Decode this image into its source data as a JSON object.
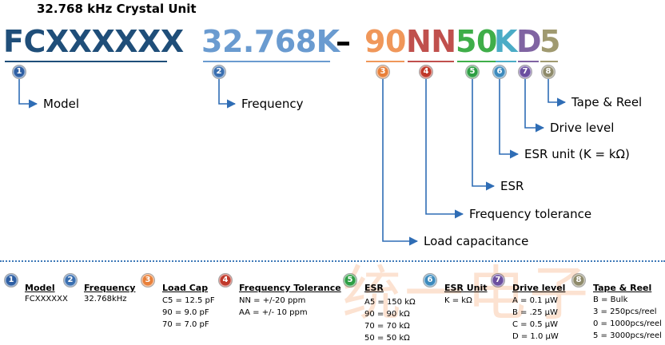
{
  "title": "32.768 kHz Crystal Unit",
  "part": {
    "model": "FCXXXXXX",
    "frequency": "32.768K",
    "dash": "–",
    "load_cap": "90",
    "tolerance": "NN",
    "esr": "50",
    "esr_unit": "K",
    "drive": "D",
    "tape": "5"
  },
  "colors": {
    "model": "#1f4e79",
    "frequency": "#6a9bd0",
    "load_cap": "#f0975a",
    "tolerance": "#c0504d",
    "esr": "#3fae49",
    "esr_unit": "#4bacc6",
    "drive": "#8064a2",
    "tape": "#a09a70",
    "badge_model": "#2e5fa3",
    "badge_freq": "#3a6fb0",
    "badge_load": "#e8803a",
    "badge_tol": "#c0392b",
    "badge_esr": "#2e9e44",
    "badge_esr_unit": "#3d8bbd",
    "badge_drive": "#6b4fa0",
    "badge_tape": "#8e8a6a",
    "dotline": "#3d78b8"
  },
  "badges": [
    "1",
    "2",
    "3",
    "4",
    "5",
    "6",
    "7",
    "8"
  ],
  "callouts": {
    "model": "Model",
    "frequency": "Frequency",
    "load_cap": "Load capacitance",
    "tolerance": "Frequency tolerance",
    "esr": "ESR",
    "esr_unit": "ESR unit (K = kΩ)",
    "drive": "Drive level",
    "tape": "Tape & Reel"
  },
  "legend": {
    "model": {
      "head": "Model",
      "lines": [
        "FCXXXXXX"
      ]
    },
    "frequency": {
      "head": "Frequency",
      "lines": [
        "32.768kHz"
      ]
    },
    "load_cap": {
      "head": "Load Cap",
      "lines": [
        "C5 = 12.5 pF",
        "90 = 9.0 pF",
        "70 = 7.0 pF"
      ]
    },
    "tolerance": {
      "head": "Frequency Tolerance",
      "lines": [
        "NN = +/-20 ppm",
        "AA = +/- 10 ppm"
      ]
    },
    "esr": {
      "head": "ESR",
      "lines": [
        "A5 = 150 kΩ",
        "90 = 90 kΩ",
        "70 = 70 kΩ",
        "50 = 50 kΩ"
      ]
    },
    "esr_unit": {
      "head": "ESR Unit",
      "lines": [
        "K = kΩ"
      ]
    },
    "drive": {
      "head": "Drive level",
      "lines": [
        "A = 0.1 µW",
        "B = .25 µW",
        "C = 0.5 µW",
        "D = 1.0 µW"
      ]
    },
    "tape": {
      "head": "Tape & Reel",
      "lines": [
        "B = Bulk",
        "3 = 250pcs/reel",
        "0 = 1000pcs/reel",
        "5 = 3000pcs/reel"
      ]
    }
  },
  "watermark": "统一电子"
}
